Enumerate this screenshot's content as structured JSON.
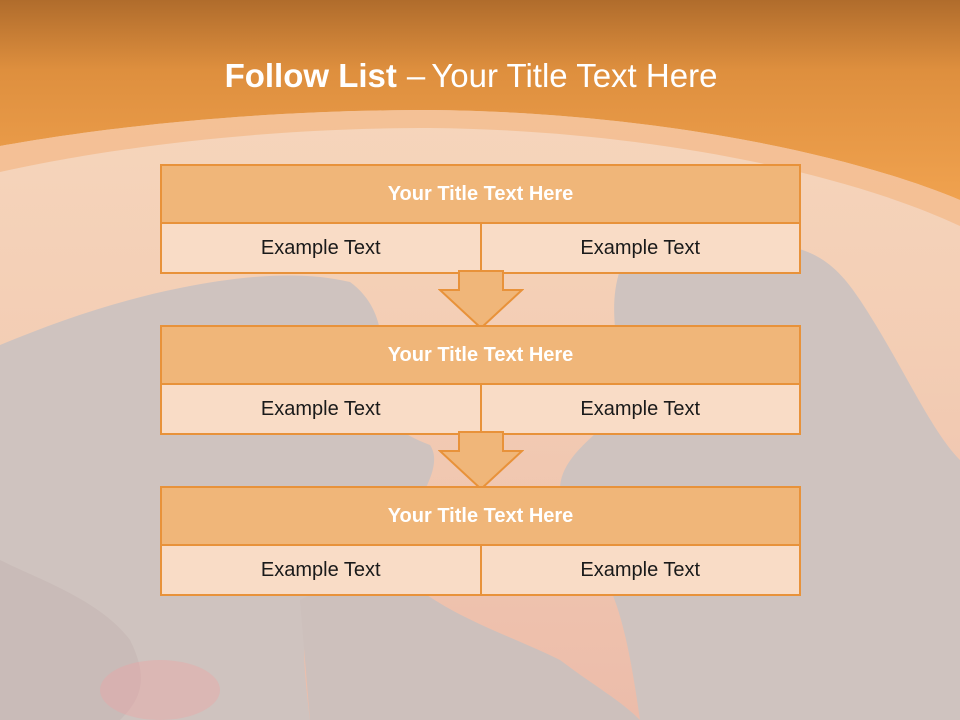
{
  "slide": {
    "title_bold": "Follow List",
    "title_separator": "–",
    "title_rest": "Your Title Text Here"
  },
  "flow": {
    "steps": [
      {
        "title": "Your Title Text Here",
        "cells": [
          "Example Text",
          "Example Text"
        ]
      },
      {
        "title": "Your Title Text Here",
        "cells": [
          "Example Text",
          "Example Text"
        ]
      },
      {
        "title": "Your Title Text Here",
        "cells": [
          "Example Text",
          "Example Text"
        ]
      }
    ],
    "connector_icon": "down-arrow-icon"
  },
  "colors": {
    "accent": "#e8923a",
    "header_fill": "#f0b679",
    "cell_fill": "#f9dcc6",
    "banner": "#e8983f",
    "silhouette": "#cfc3bf"
  }
}
